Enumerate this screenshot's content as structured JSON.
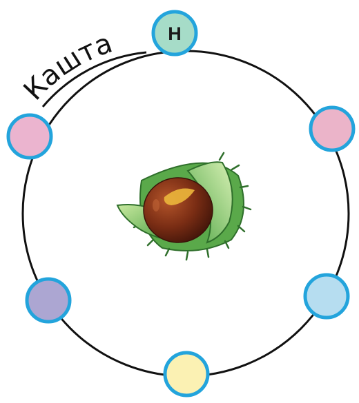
{
  "title": "Кашта",
  "center_image": "chestnut-icon",
  "slots": [
    {
      "id": "top",
      "letter": "Н",
      "fill": "#a6dcc8"
    },
    {
      "id": "upper-right",
      "letter": "",
      "fill": "#ebb4c9"
    },
    {
      "id": "lower-right",
      "letter": "",
      "fill": "#b6ddf0"
    },
    {
      "id": "bottom",
      "letter": "",
      "fill": "#fbf1b3"
    },
    {
      "id": "lower-left",
      "letter": "",
      "fill": "#aca6d2"
    },
    {
      "id": "upper-left",
      "letter": "",
      "fill": "#ebb4cf"
    }
  ],
  "colors": {
    "ring": "#111111",
    "slot_border": "#23a4dc"
  }
}
